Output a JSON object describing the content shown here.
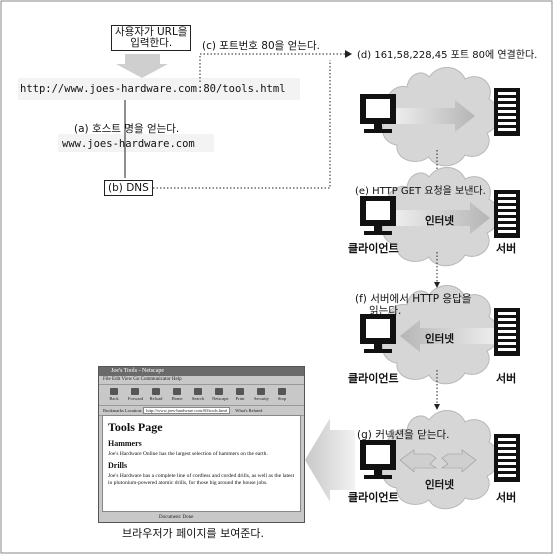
{
  "user_box": {
    "line1": "사용자가 URL을",
    "line2": "입력한다."
  },
  "url": {
    "prefix": "http://www.joes-hardware.com",
    "port": ":80",
    "path": "/tools.html"
  },
  "steps": {
    "a": {
      "label": "(a) 호스트 명을 얻는다.",
      "host": "www.joes-hardware.com"
    },
    "b": {
      "label": "(b) DNS"
    },
    "c": {
      "label": "(c) 포트번호 80을 얻는다."
    },
    "d": {
      "label": "(d) 161,58,228,45 포트 80에 연결한다."
    },
    "e": {
      "label": "(e) HTTP GET 요청을 보낸다."
    },
    "f": {
      "line1": "(f) 서버에서 HTTP 응답을",
      "line2": "읽는다."
    },
    "g": {
      "label": "(g) 커넥션을 닫는다."
    }
  },
  "labels": {
    "internet": "인터넷",
    "client": "클라이언트",
    "server": "서버"
  },
  "browser": {
    "window_title": "Joe's Tools - Netscape",
    "menu": "File  Edit  View  Go  Communicator  Help",
    "toolbar_buttons": [
      "Back",
      "Forward",
      "Reload",
      "Home",
      "Search",
      "Netscape",
      "Print",
      "Security",
      "Stop"
    ],
    "location_label": "Bookmarks   Location:",
    "location_value": "http://www.joes-hardware.com:80/tools.html",
    "related": "What's Related",
    "page_heading": "Tools Page",
    "section1_heading": "Hammers",
    "section1_text": "Joe's Hardware Online has the largest selection of hammers on the earth.",
    "section2_heading": "Drills",
    "section2_text": "Joe's Hardware has a complete line of cordless and corded drills, as well as the latest in plutonium-powered atomic drills, for those big around the house jobs.",
    "status": "Document: Done"
  },
  "caption": "브라우저가 페이지를 보여준다.",
  "colors": {
    "cloud": "#d4d4d4",
    "arrow": "#bdbdbd",
    "dark": "#111111",
    "frame": "#888888"
  }
}
